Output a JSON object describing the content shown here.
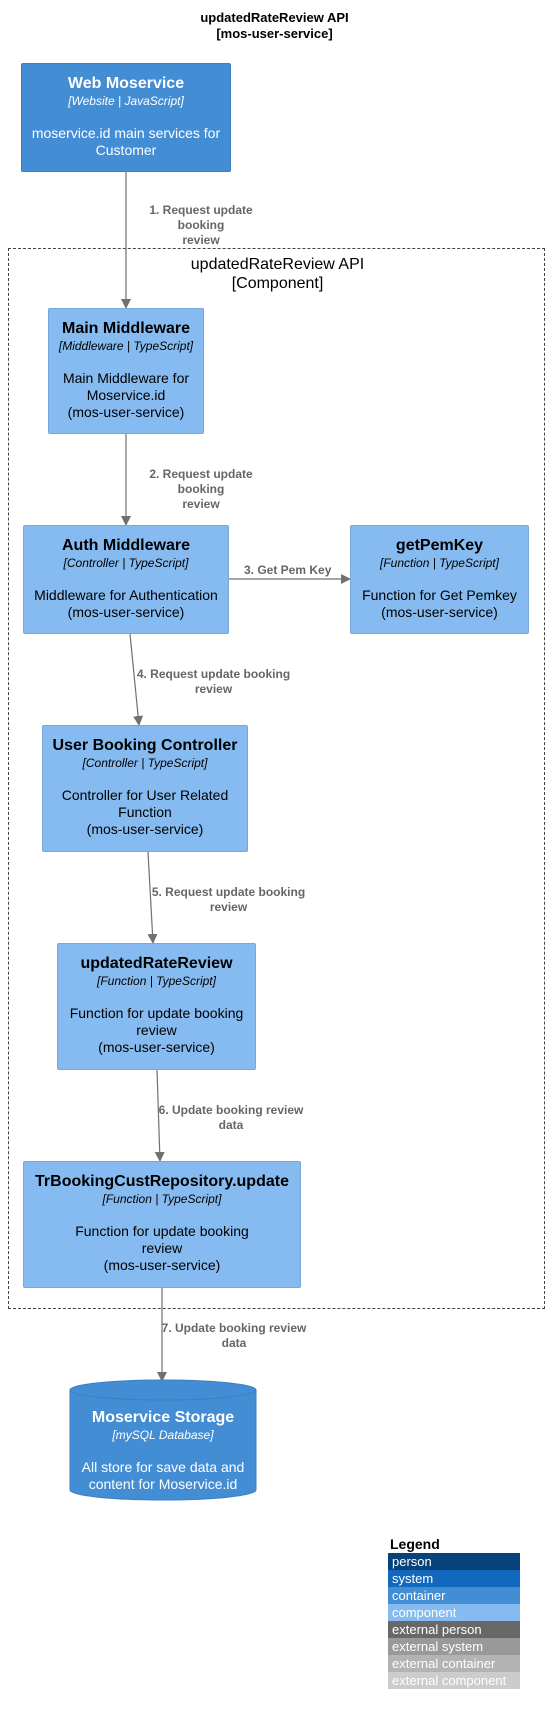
{
  "diagram": {
    "title_line1": "updatedRateReview API",
    "title_line2": "[mos-user-service]",
    "boundary": {
      "name": "updatedRateReview API",
      "type": "[Component]"
    },
    "nodes": {
      "web": {
        "name": "Web Moservice",
        "tech": "[Website | JavaScript]",
        "desc1": "moservice.id main services for",
        "desc2": "Customer"
      },
      "main_middleware": {
        "name": "Main Middleware",
        "tech": "[Middleware | TypeScript]",
        "desc1": "Main Middleware for",
        "desc2": "Moservice.id",
        "desc3": "(mos-user-service)"
      },
      "auth_middleware": {
        "name": "Auth Middleware",
        "tech": "[Controller | TypeScript]",
        "desc1": "Middleware for Authentication",
        "desc2": "(mos-user-service)"
      },
      "get_pem_key": {
        "name": "getPemKey",
        "tech": "[Function | TypeScript]",
        "desc1": "Function for Get Pemkey",
        "desc2": "(mos-user-service)"
      },
      "user_booking_controller": {
        "name": "User Booking Controller",
        "tech": "[Controller | TypeScript]",
        "desc1": "Controller for User Related",
        "desc2": "Function",
        "desc3": "(mos-user-service)"
      },
      "updated_rate_review": {
        "name": "updatedRateReview",
        "tech": "[Function | TypeScript]",
        "desc1": "Function for update booking",
        "desc2": "review",
        "desc3": "(mos-user-service)"
      },
      "repo_update": {
        "name": "TrBookingCustRepository.update",
        "tech": "[Function | TypeScript]",
        "desc1": "Function for update booking",
        "desc2": "review",
        "desc3": "(mos-user-service)"
      },
      "storage": {
        "name": "Moservice Storage",
        "tech": "[mySQL Database]",
        "desc1": "All store for save data and",
        "desc2": "content for Moservice.id"
      }
    },
    "edges": {
      "e1": {
        "line1": "1. Request update booking",
        "line2": "review"
      },
      "e2": {
        "line1": "2. Request update booking",
        "line2": "review"
      },
      "e3": {
        "line1": "3. Get Pem Key"
      },
      "e4": {
        "line1": "4. Request update booking",
        "line2": "review"
      },
      "e5": {
        "line1": "5. Request update booking",
        "line2": "review"
      },
      "e6": {
        "line1": "6. Update booking review",
        "line2": "data"
      },
      "e7": {
        "line1": "7. Update booking review",
        "line2": "data"
      }
    }
  },
  "legend": {
    "title": "Legend",
    "items": [
      {
        "label": "person",
        "color": "#08427b"
      },
      {
        "label": "system",
        "color": "#1168bd"
      },
      {
        "label": "container",
        "color": "#438dd5"
      },
      {
        "label": "component",
        "color": "#85bbf0"
      },
      {
        "label": "external person",
        "color": "#686868"
      },
      {
        "label": "external system",
        "color": "#999999"
      },
      {
        "label": "external container",
        "color": "#b3b3b3"
      },
      {
        "label": "external component",
        "color": "#cccccc"
      }
    ]
  },
  "colors": {
    "container": "#438dd5",
    "component": "#85bbf0",
    "edge": "#707070",
    "edge_label": "#666666"
  }
}
